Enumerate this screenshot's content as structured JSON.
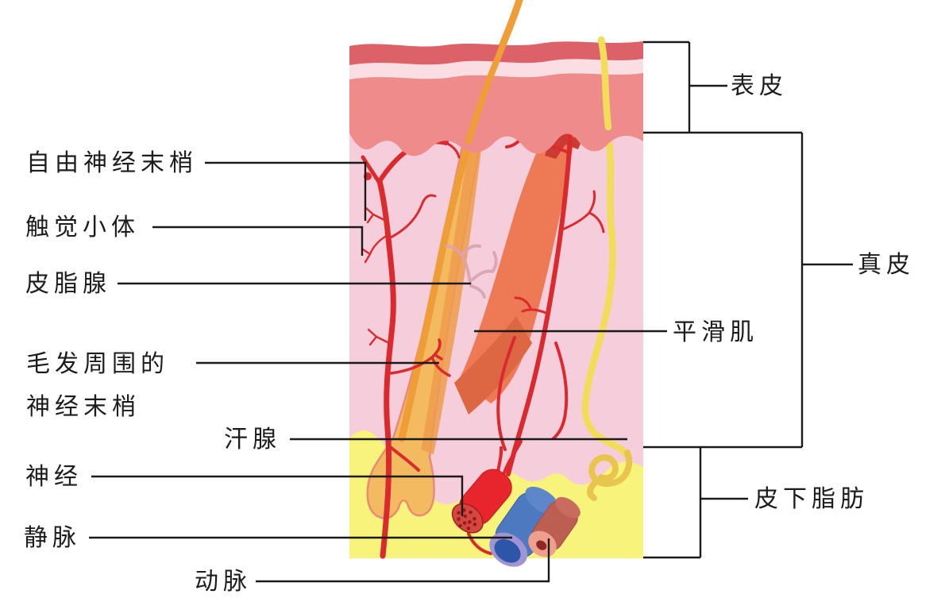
{
  "labels": {
    "free_nerve_endings": "自由神经末梢",
    "tactile_corpuscle": "触觉小体",
    "sebaceous_gland": "皮脂腺",
    "hair_nerve_endings_line1": "毛发周围的",
    "hair_nerve_endings_line2": "神经末梢",
    "sweat_gland": "汗腺",
    "nerve": "神经",
    "vein": "静脉",
    "artery": "动脉",
    "epidermis": "表皮",
    "dermis": "真皮",
    "smooth_muscle": "平滑肌",
    "subcutaneous_fat": "皮下脂肪"
  },
  "colors": {
    "epidermis_top_rose": "#dd6168",
    "epidermis_salmon": "#ee8b8b",
    "epidermis_white_stripe": "#f9dfe3",
    "dermis_pink": "#f6cdda",
    "fat_yellow": "#f8f37b",
    "vessel_red": "#da2a2e",
    "hair_follicle_orange": "#f4ba60",
    "hair_shaft_orange": "#ef9d36",
    "smooth_muscle_salmon": "#ee7a55",
    "smooth_muscle_dark": "#dd6743",
    "sweat_duct_yellow": "#f2dc5a",
    "sweat_coil_gold": "#e8c64e",
    "nerve_red": "#e8242c",
    "vein_blue": "#4d79c0",
    "vein_rim_lilac": "#a095d2",
    "vein_lumen": "#2d56a8",
    "artery_body": "#bd5e53",
    "artery_face_pink": "#ef9f8e",
    "leader_line": "#1a1a1a"
  }
}
